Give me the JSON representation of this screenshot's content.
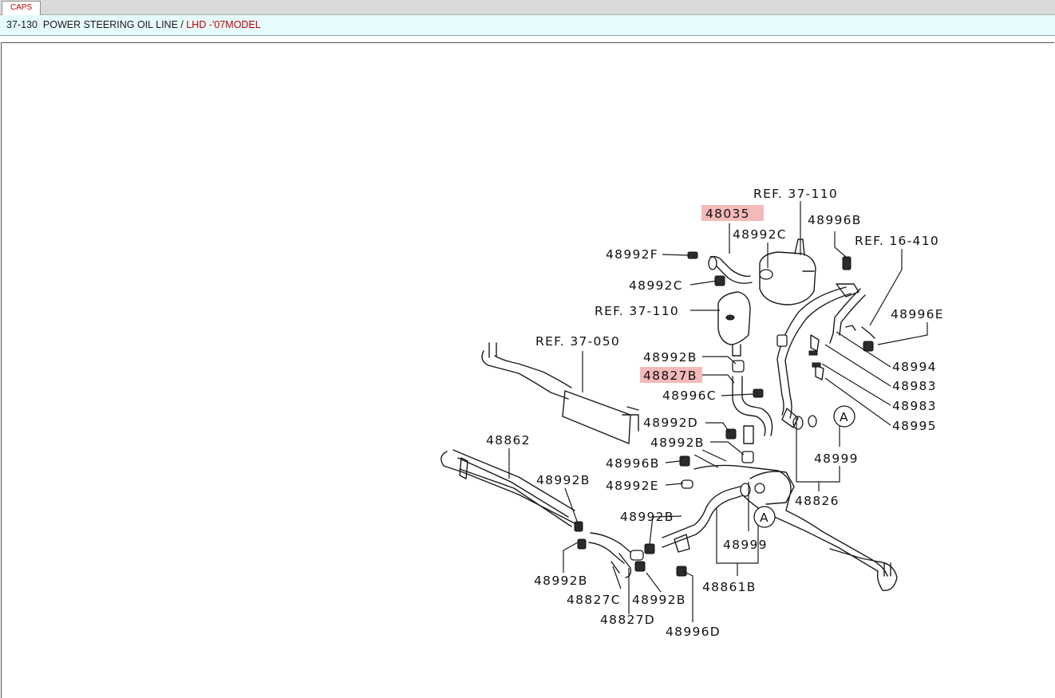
{
  "tab": {
    "label": "CAPS"
  },
  "title": {
    "code": "37-130",
    "name": "POWER STEERING OIL LINE",
    "separator": "/",
    "variant": "LHD -'07MODEL"
  },
  "colors": {
    "highlight": "#f4b9b9",
    "variant_text": "#c00000",
    "title_bg": "#e6fbfb"
  },
  "labels": {
    "ref_37_110_top": "REF. 37-110",
    "p48035": "48035",
    "p48996B_top": "48996B",
    "ref_16_410": "REF. 16-410",
    "p48992C_top": "48992C",
    "p48992F": "48992F",
    "p48992C_left": "48992C",
    "ref_37_110_mid": "REF. 37-110",
    "p48996E": "48996E",
    "ref_37_050": "REF. 37-050",
    "p48992B_a": "48992B",
    "p48994": "48994",
    "p48827B": "48827B",
    "p48983_a": "48983",
    "p48996C": "48996C",
    "p48983_b": "48983",
    "p48992D": "48992D",
    "p48995": "48995",
    "p48862": "48862",
    "p48992B_b": "48992B",
    "callout_a1": "A",
    "p48999_a": "48999",
    "p48996B_mid": "48996B",
    "p48992B_c": "48992B",
    "p48992E": "48992E",
    "p48826": "48826",
    "p48992B_d": "48992B",
    "callout_a2": "A",
    "p48999_b": "48999",
    "p48992B_e": "48992B",
    "p48827C": "48827C",
    "p48992B_f": "48992B",
    "p48861B": "48861B",
    "p48827D": "48827D",
    "p48996D": "48996D"
  }
}
